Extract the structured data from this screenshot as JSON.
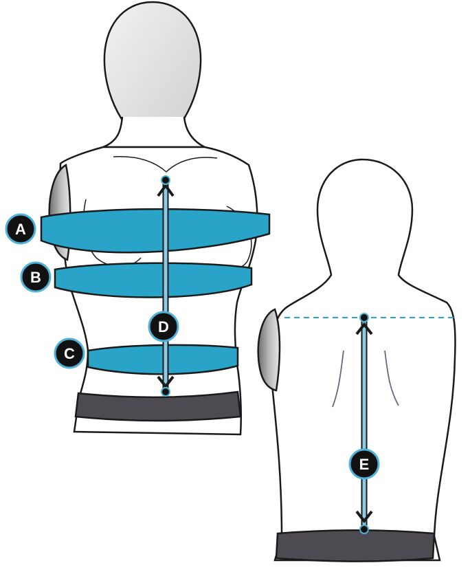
{
  "markers": {
    "a": "A",
    "b": "B",
    "c": "C",
    "d": "D",
    "e": "E"
  },
  "colors": {
    "band": "#2aa3c9",
    "measure_line": "#8ccbe6",
    "guide_dashed": "#2aa3c9",
    "outline": "#1a1a1a",
    "belt": "#4d4a52",
    "marker_fill": "#111111",
    "marker_ring": "#4fb3d9"
  }
}
